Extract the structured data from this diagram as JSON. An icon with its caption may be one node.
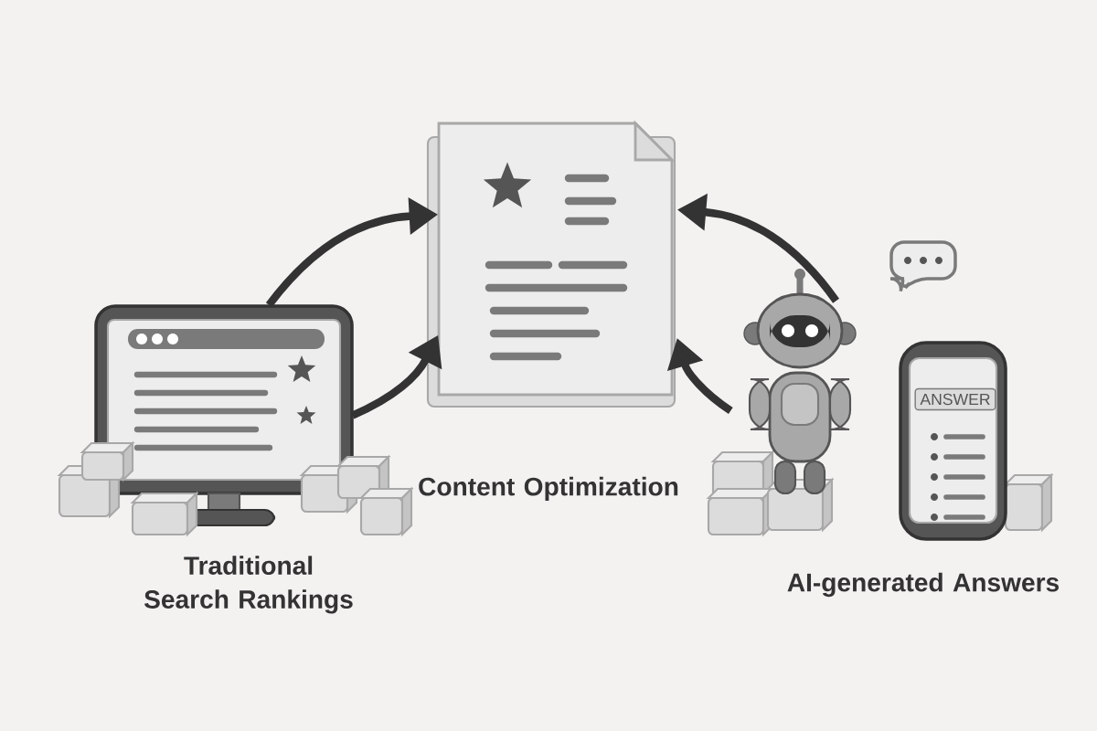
{
  "diagram": {
    "nodes": [
      {
        "text": [
          "Traditional Search Rankings"
        ]
      },
      {
        "text": [
          "Content Optimization"
        ]
      },
      {
        "text": [
          "AI-generated Answers"
        ]
      }
    ],
    "edges": [
      {
        "from": 0,
        "to": 1,
        "arrow": "to"
      },
      {
        "from": 0,
        "to": 1,
        "arrow": "to"
      },
      {
        "from": 2,
        "to": 1,
        "arrow": "to"
      },
      {
        "from": 2,
        "to": 1,
        "arrow": "to"
      }
    ],
    "labels": [
      "ANSWER"
    ]
  }
}
